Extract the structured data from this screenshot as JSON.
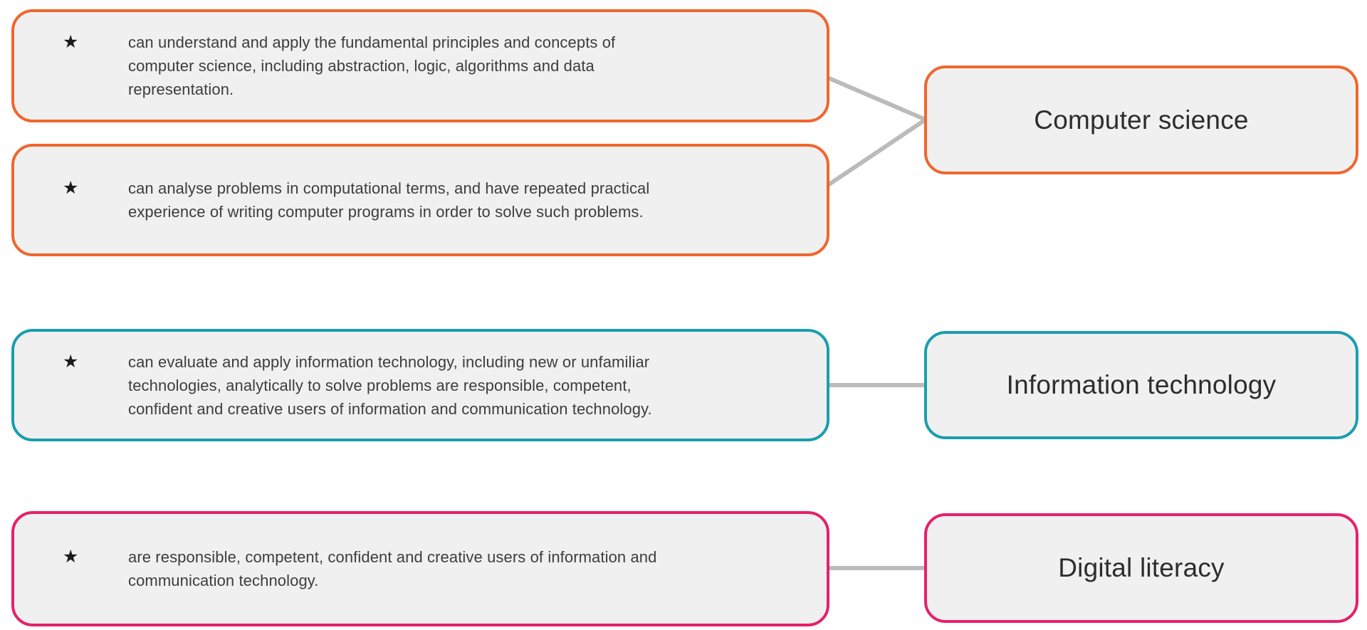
{
  "diagram": {
    "bullet_icon": "★",
    "colors": {
      "computer_science": "#f0662e",
      "information_technology": "#1a9eb0",
      "digital_literacy": "#e52169",
      "node_fill": "#f0f0f0",
      "connector": "#bbbbbb",
      "body_text": "#3d3d3d",
      "label_text": "#2d2d2d"
    },
    "groups": [
      {
        "label": "Computer science",
        "statements": [
          "can understand and apply the fundamental principles and concepts of\ncomputer science, including abstraction, logic, algorithms and data\nrepresentation.",
          "can analyse problems in computational terms, and have repeated practical\nexperience of writing computer programs in order to solve such problems."
        ]
      },
      {
        "label": "Information technology",
        "statements": [
          "can evaluate and apply information technology, including new or unfamiliar\ntechnologies, analytically to solve problems are responsible, competent,\nconfident and creative users of information and communication technology."
        ]
      },
      {
        "label": "Digital literacy",
        "statements": [
          "are responsible, competent, confident and creative users of information and\ncommunication technology."
        ]
      }
    ]
  }
}
